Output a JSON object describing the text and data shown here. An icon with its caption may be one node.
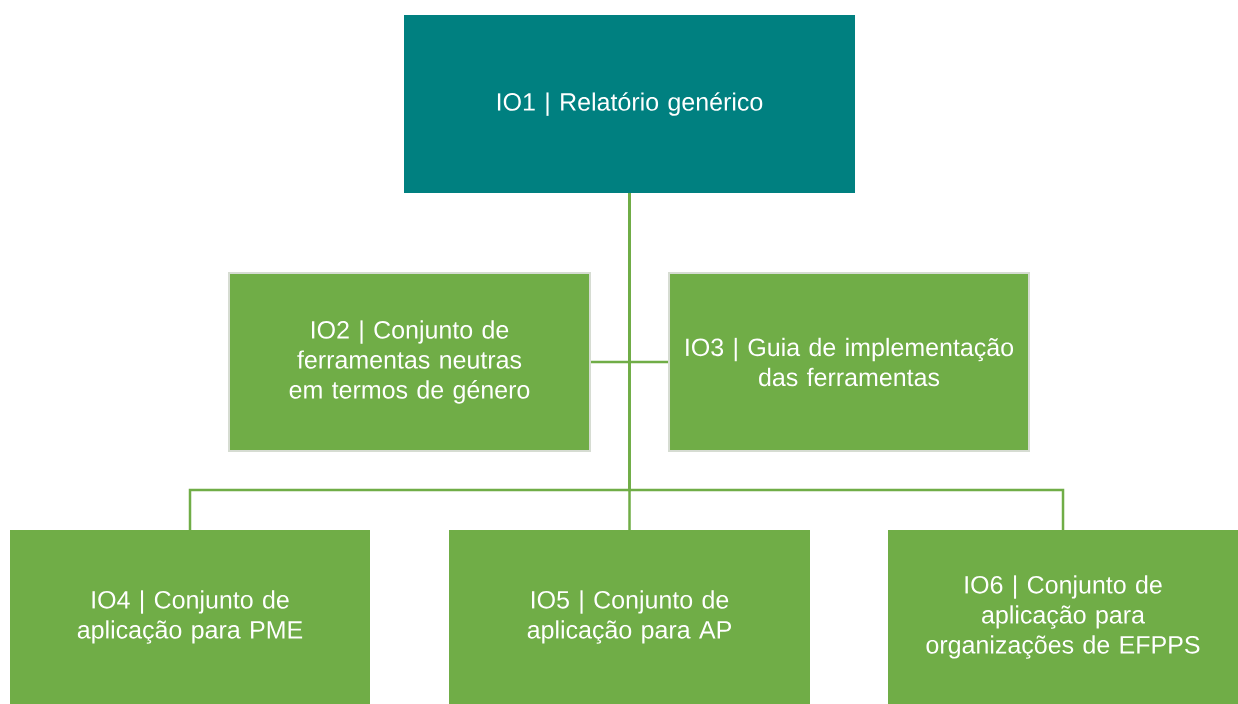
{
  "diagram": {
    "nodes": [
      {
        "text": [
          "IO1 | Relatório genérico"
        ]
      },
      {
        "text": [
          "IO2 | Conjunto de ferramentas neutras em termos de género"
        ]
      },
      {
        "text": [
          "IO3 | Guia de implementação das ferramentas"
        ]
      },
      {
        "text": [
          "IO4 | Conjunto de aplicação para PME"
        ]
      },
      {
        "text": [
          "IO5 | Conjunto de aplicação para AP"
        ]
      },
      {
        "text": [
          "IO6 | Conjunto de aplicação para organizações de EFPPS"
        ]
      }
    ],
    "edges": [
      {
        "from": 0,
        "to": 1,
        "arrow": "none"
      },
      {
        "from": 0,
        "to": 2,
        "arrow": "none"
      },
      {
        "from": 0,
        "to": 3,
        "arrow": "none"
      },
      {
        "from": 0,
        "to": 4,
        "arrow": "none"
      },
      {
        "from": 0,
        "to": 5,
        "arrow": "none"
      }
    ]
  }
}
